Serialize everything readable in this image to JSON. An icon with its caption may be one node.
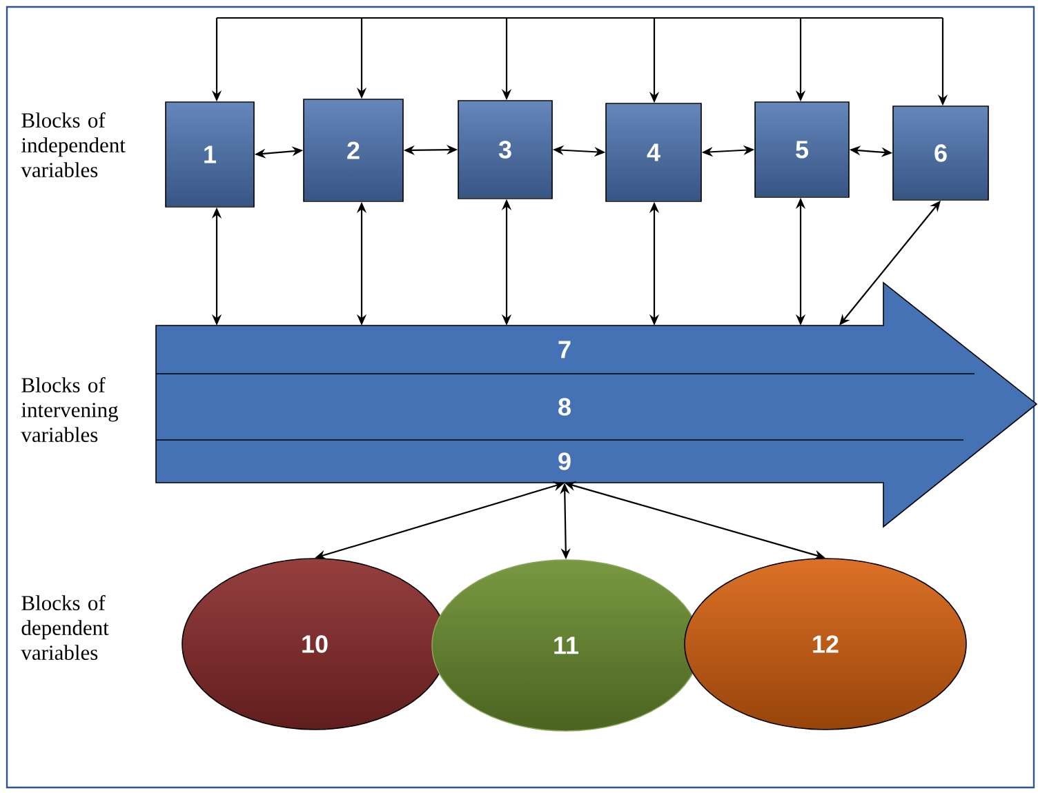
{
  "diagram": {
    "nodes": [
      {
        "text": [
          "1"
        ]
      },
      {
        "text": [
          "2"
        ]
      },
      {
        "text": [
          "3"
        ]
      },
      {
        "text": [
          "4"
        ]
      },
      {
        "text": [
          "5"
        ]
      },
      {
        "text": [
          "6"
        ]
      },
      {
        "text": [],
        "shape": "arrow"
      },
      {
        "text": [
          "7"
        ],
        "in": 6
      },
      {
        "text": [
          "8"
        ],
        "in": 6
      },
      {
        "text": [
          "9"
        ],
        "in": 6
      },
      {
        "text": [
          "10"
        ]
      },
      {
        "text": [
          "11"
        ]
      },
      {
        "text": [
          "12"
        ]
      }
    ],
    "edges": [
      {
        "from": null,
        "to": 0,
        "arrow": "to"
      },
      {
        "from": null,
        "to": 1,
        "arrow": "to"
      },
      {
        "from": null,
        "to": 2,
        "arrow": "to"
      },
      {
        "from": null,
        "to": 3,
        "arrow": "to"
      },
      {
        "from": null,
        "to": 4,
        "arrow": "to"
      },
      {
        "from": null,
        "to": 5,
        "arrow": "to"
      },
      {
        "from": 0,
        "to": 1,
        "arrow": "both"
      },
      {
        "from": 1,
        "to": 2,
        "arrow": "both"
      },
      {
        "from": 2,
        "to": 3,
        "arrow": "both"
      },
      {
        "from": 3,
        "to": 4,
        "arrow": "both"
      },
      {
        "from": 4,
        "to": 5,
        "arrow": "both"
      },
      {
        "from": 0,
        "to": 6,
        "arrow": "both"
      },
      {
        "from": 1,
        "to": 6,
        "arrow": "both"
      },
      {
        "from": 2,
        "to": 6,
        "arrow": "both"
      },
      {
        "from": 3,
        "to": 6,
        "arrow": "both"
      },
      {
        "from": 4,
        "to": 6,
        "arrow": "both"
      },
      {
        "from": 5,
        "to": 6,
        "arrow": "both"
      },
      {
        "from": 9,
        "to": 10,
        "arrow": "both"
      },
      {
        "from": 9,
        "to": 11,
        "arrow": "both"
      },
      {
        "from": 9,
        "to": 12,
        "arrow": "both"
      }
    ],
    "labels": [
      "Blocks of independent variables",
      "Blocks of intervening variables",
      "Blocks of dependent variables"
    ]
  }
}
